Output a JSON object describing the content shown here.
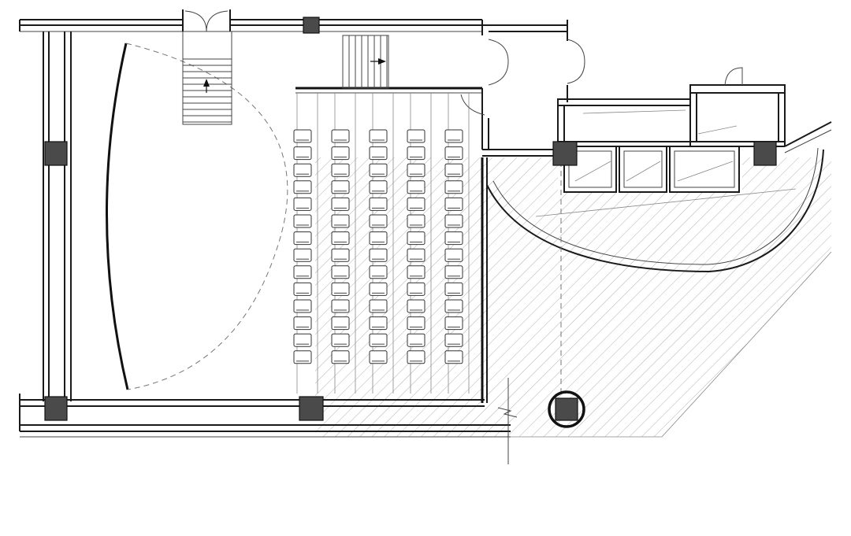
{
  "drawing": {
    "type": "architectural floor plan",
    "colors": {
      "line": "#1a1a1a",
      "column_fill": "#4a4a4a",
      "hatch": "#b3b3b3",
      "background": "#ffffff"
    },
    "seating": {
      "columns": 5,
      "rows_per_column": 14
    },
    "icons": [
      "stair-arrow-up-icon",
      "stair-arrow-right-icon",
      "door-swing-icon",
      "column-marker-icon"
    ]
  }
}
